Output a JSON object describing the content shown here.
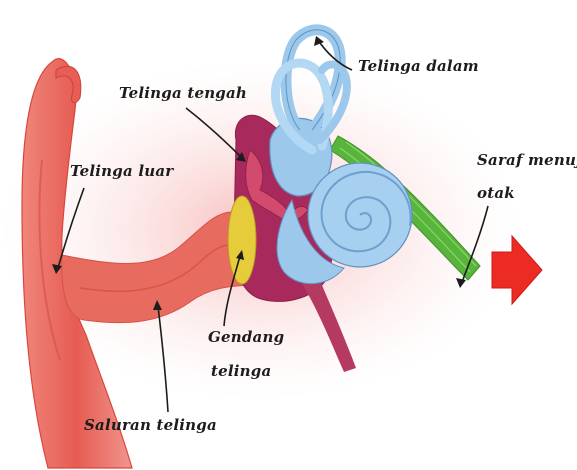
{
  "labels": {
    "outer_ear": "Telinga luar",
    "middle_ear": "Telinga tengah",
    "inner_ear": "Telinga dalam",
    "nerve_line1": "Saraf menuju",
    "nerve_line2": "otak",
    "eardrum_line1": "Gendang",
    "eardrum_line2": "telinga",
    "ear_canal": "Saluran telinga"
  },
  "colors": {
    "background": "#ffffff",
    "outer_ear": "#e8685a",
    "middle_ear": "#a8285a",
    "eardrum": "#e6cc3a",
    "inner_ear": "#9cc8ec",
    "nerve": "#5ab83a",
    "arrow": "#ec2c24"
  }
}
